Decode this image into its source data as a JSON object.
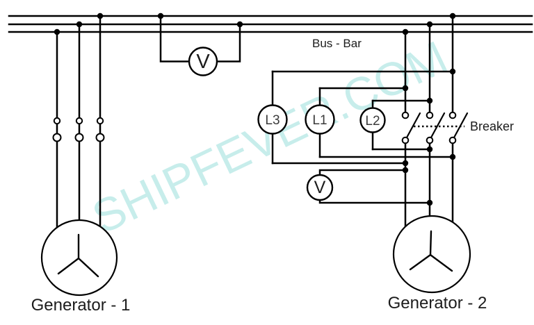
{
  "diagram": {
    "bus_bar_label": "Bus - Bar",
    "breaker_label": "Breaker",
    "generator_1_label": "Generator - 1",
    "generator_2_label": "Generator - 2",
    "lamps": [
      {
        "label": "L3"
      },
      {
        "label": "L1"
      },
      {
        "label": "L2"
      }
    ],
    "voltmeters": [
      {
        "symbol": "V"
      },
      {
        "symbol": "V"
      }
    ]
  },
  "watermark": {
    "text": "SHIPFEVER.COM"
  },
  "colors": {
    "line": "#000000",
    "label": "#1c1c1c",
    "lamp_label": "#3a3a3a",
    "watermark": "#c7edeb",
    "background": "#ffffff"
  }
}
